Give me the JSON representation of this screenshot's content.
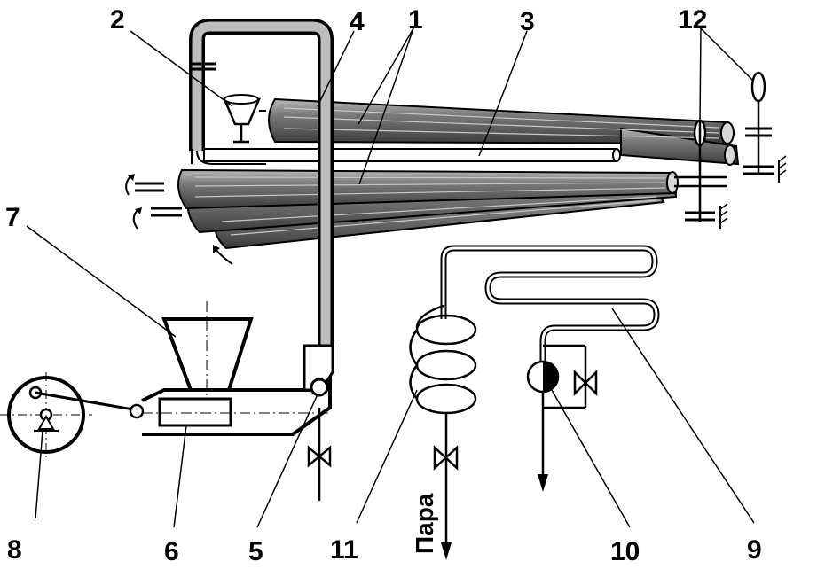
{
  "labels": {
    "n1": "1",
    "n2": "2",
    "n3": "3",
    "n4": "4",
    "n5": "5",
    "n6": "6",
    "n7": "7",
    "n8": "8",
    "n9": "9",
    "n10": "10",
    "n11": "11",
    "n12": "12",
    "steam": "Пара"
  },
  "colors": {
    "pipe_dark": "#5a5a5a",
    "pipe_mid": "#8c8c8c",
    "pipe_light": "#d0d0d0",
    "line": "#000000",
    "background": "#ffffff"
  }
}
